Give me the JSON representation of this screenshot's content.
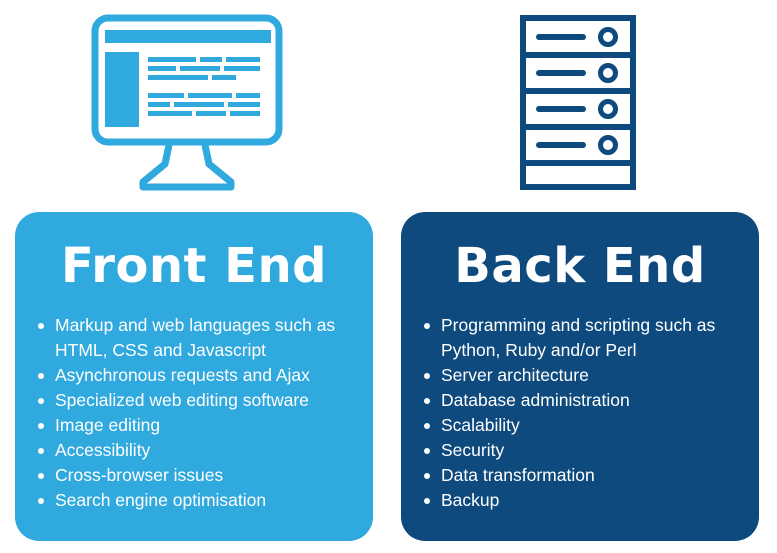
{
  "colors": {
    "front_end": "#30a9df",
    "back_end": "#0e4a7d",
    "text": "#ffffff"
  },
  "front_end": {
    "icon": "monitor-icon",
    "title": "Front End",
    "items": [
      [
        "Markup and web languages such as",
        "HTML, CSS and Javascript"
      ],
      [
        "Asynchronous requests and Ajax"
      ],
      [
        "Specialized web editing software"
      ],
      [
        "Image editing"
      ],
      [
        "Accessibility"
      ],
      [
        "Cross-browser issues"
      ],
      [
        "Search engine optimisation"
      ]
    ]
  },
  "back_end": {
    "icon": "server-icon",
    "title": "Back End",
    "items": [
      [
        "Programming and scripting such as",
        "Python, Ruby and/or Perl"
      ],
      [
        "Server architecture"
      ],
      [
        "Database administration"
      ],
      [
        "Scalability"
      ],
      [
        "Security"
      ],
      [
        "Data transformation"
      ],
      [
        "Backup"
      ]
    ]
  }
}
